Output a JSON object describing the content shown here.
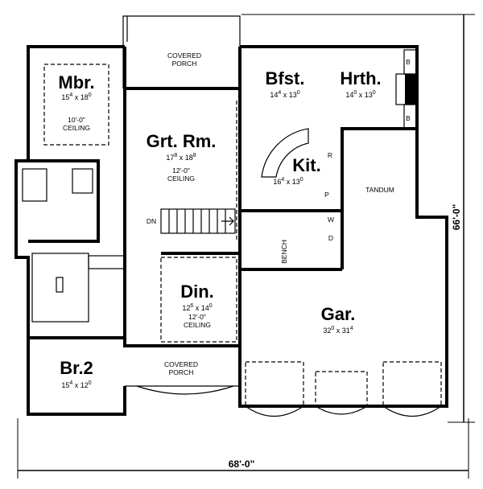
{
  "rooms": {
    "mbr": {
      "name": "Mbr.",
      "dim_a": "15",
      "sup_a": "4",
      "dim_b": "x 18",
      "sup_b": "0",
      "ceiling_height": "10'-0\"",
      "ceiling": "CEILING"
    },
    "grt": {
      "name": "Grt. Rm.",
      "dim_a": "17",
      "sup_a": "8",
      "dim_b": "x 18",
      "sup_b": "8",
      "ceiling_height": "12'-0\"",
      "ceiling": "CEILING"
    },
    "bfst": {
      "name": "Bfst.",
      "dim_a": "14",
      "sup_a": "4",
      "dim_b": "x 13",
      "sup_b": "0"
    },
    "hrth": {
      "name": "Hrth.",
      "dim_a": "14",
      "sup_a": "0",
      "dim_b": "x 13",
      "sup_b": "0"
    },
    "kit": {
      "name": "Kit.",
      "dim_a": "16",
      "sup_a": "4",
      "dim_b": "x 13",
      "sup_b": "0"
    },
    "din": {
      "name": "Din.",
      "dim_a": "12",
      "sup_a": "6",
      "dim_b": "x 14",
      "sup_b": "0",
      "ceiling_height": "12'-0\"",
      "ceiling": "CEILING"
    },
    "gar": {
      "name": "Gar.",
      "dim_a": "32",
      "sup_a": "0",
      "dim_b": "x 31",
      "sup_b": "4"
    },
    "br2": {
      "name": "Br.2",
      "dim_a": "15",
      "sup_a": "4",
      "dim_b": "x 12",
      "sup_b": "0"
    }
  },
  "labels": {
    "covered": "COVERED",
    "porch": "PORCH",
    "tandum": "TANDUM",
    "dn": "DN",
    "bench": "BENCH",
    "refrigerator": "R",
    "pantry": "P",
    "washer": "W",
    "dryer": "D",
    "bookcase": "B"
  },
  "dimensions": {
    "width": "68'-0\"",
    "depth": "66'-0\""
  }
}
